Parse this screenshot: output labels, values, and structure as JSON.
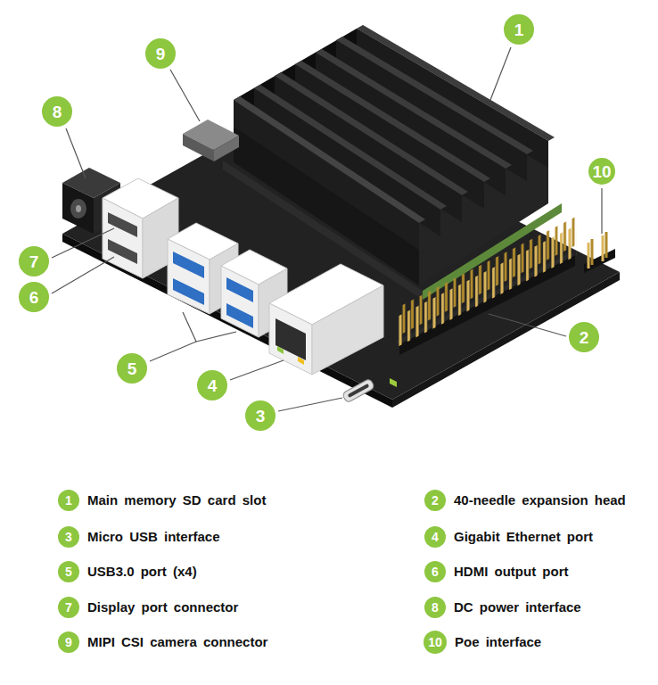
{
  "diagram": {
    "nodes": [
      {
        "text": [
          "1"
        ]
      },
      {
        "text": [
          "2"
        ]
      },
      {
        "text": [
          "3"
        ]
      },
      {
        "text": [
          "4"
        ]
      },
      {
        "text": [
          "5"
        ]
      },
      {
        "text": [
          "6"
        ]
      },
      {
        "text": [
          "7"
        ]
      },
      {
        "text": [
          "8"
        ]
      },
      {
        "text": [
          "9"
        ]
      },
      {
        "text": [
          "10"
        ]
      },
      {
        "text": [
          "1",
          "Main memory SD card slot"
        ]
      },
      {
        "text": [
          "2",
          "40-needle expansion head"
        ]
      },
      {
        "text": [
          "3",
          "Micro USB interface"
        ]
      },
      {
        "text": [
          "4",
          "Gigabit Ethernet port"
        ]
      },
      {
        "text": [
          "5",
          "USB3.0 port (x4)"
        ]
      },
      {
        "text": [
          "6",
          "HDMI output port"
        ]
      },
      {
        "text": [
          "7",
          "Display port connector"
        ]
      },
      {
        "text": [
          "8",
          "DC power interface"
        ]
      },
      {
        "text": [
          "9",
          "MIPI CSI camera connector"
        ]
      },
      {
        "text": [
          "10",
          "Poe interface"
        ]
      }
    ]
  }
}
